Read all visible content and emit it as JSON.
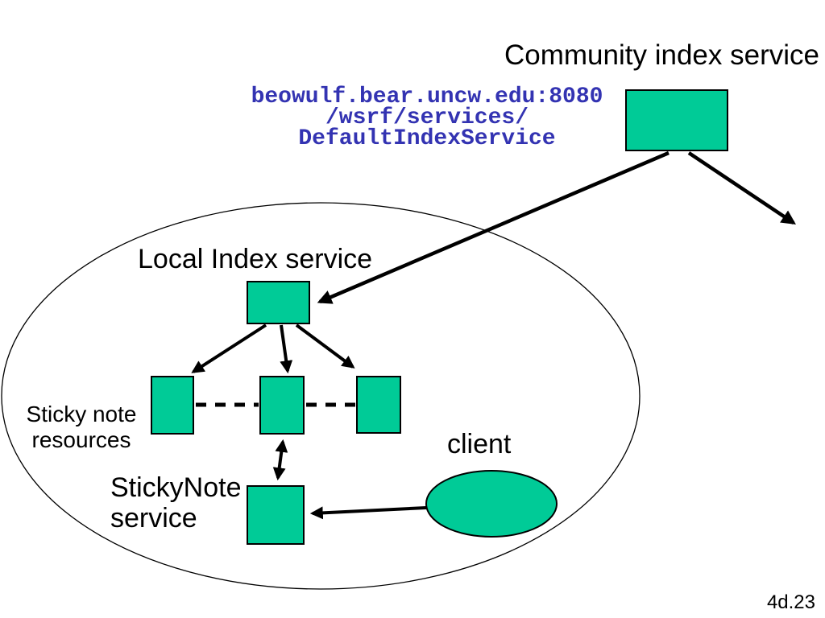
{
  "slide": {
    "title": "Community index service",
    "slide_number": "4d.23"
  },
  "endpoint": {
    "line1": "beowulf.bear.uncw.edu:8080",
    "line2": "/wsrf/services/",
    "line3": "DefaultIndexService"
  },
  "labels": {
    "local_index_service": "Local Index service",
    "sticky_note_resources_line1": "Sticky note",
    "sticky_note_resources_line2": "resources",
    "client": "client",
    "stickynote_service_line1": "StickyNote",
    "stickynote_service_line2": "service"
  },
  "colors": {
    "shape_fill": "#00CB97",
    "shape_stroke": "#000000",
    "endpoint_text": "#3333B2",
    "text": "#000000",
    "background": "#FFFFFF"
  },
  "diagram": {
    "nodes": [
      {
        "id": "community-index",
        "label": "Community index service",
        "shape": "rect"
      },
      {
        "id": "local-index",
        "label": "Local Index service",
        "shape": "rect"
      },
      {
        "id": "sticky-note-resource-1",
        "label": "Sticky note resources",
        "shape": "rect"
      },
      {
        "id": "sticky-note-resource-2",
        "label": "Sticky note resources",
        "shape": "rect"
      },
      {
        "id": "sticky-note-resource-3",
        "label": "Sticky note resources",
        "shape": "rect"
      },
      {
        "id": "stickynote-service",
        "label": "StickyNote service",
        "shape": "rect"
      },
      {
        "id": "client",
        "label": "client",
        "shape": "ellipse"
      },
      {
        "id": "local-domain",
        "label": "",
        "shape": "boundary-ellipse"
      }
    ],
    "edges": [
      {
        "from": "community-index",
        "to": "local-index",
        "style": "arrow"
      },
      {
        "from": "community-index",
        "to": "external-right",
        "style": "arrow"
      },
      {
        "from": "local-index",
        "to": "sticky-note-resource-1",
        "style": "arrow"
      },
      {
        "from": "local-index",
        "to": "sticky-note-resource-2",
        "style": "arrow"
      },
      {
        "from": "local-index",
        "to": "sticky-note-resource-3",
        "style": "arrow"
      },
      {
        "from": "sticky-note-resource-1",
        "to": "sticky-note-resource-2",
        "style": "dashed"
      },
      {
        "from": "sticky-note-resource-2",
        "to": "sticky-note-resource-3",
        "style": "dashed"
      },
      {
        "from": "stickynote-service",
        "to": "sticky-note-resource-2",
        "style": "double-arrow"
      },
      {
        "from": "client",
        "to": "stickynote-service",
        "style": "arrow"
      }
    ]
  }
}
